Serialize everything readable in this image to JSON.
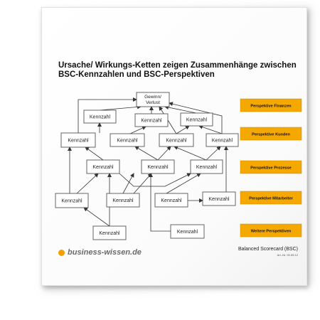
{
  "title": "Ursache/ Wirkungs-Ketten zeigen Zusammenhänge zwischen BSC-Kennzahlen und BSC-Perspektiven",
  "top_node": {
    "line1": "Gewinn/",
    "line2": "Verlust"
  },
  "node_label": "Kennzahl",
  "perspectives": [
    "Perspektive Finanzen",
    "Perspektive Kunden",
    "Perspektive Prozesse",
    "Perspektive Mitarbeiter",
    "Weitere Perspektiven"
  ],
  "brand": "business-wissen.de",
  "doc_title": "Balanced Scorecard (BSC)",
  "doc_number": "Art.-Nr. 00.05.12",
  "colors": {
    "perspective_fill": "#f5a800",
    "brand_dot": "#f0a000",
    "node_border": "#555555",
    "arrow": "#333333"
  }
}
